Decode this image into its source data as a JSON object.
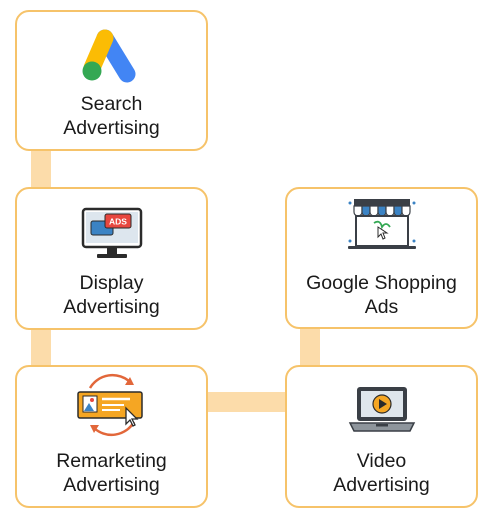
{
  "colors": {
    "card_border": "#f6c36a",
    "connector": "#fcdcaa",
    "text": "#1a1a1a"
  },
  "cards": {
    "search": {
      "line1": "Search",
      "line2": "Advertising",
      "icon": "google-ads-logo-icon"
    },
    "display": {
      "line1": "Display",
      "line2": "Advertising",
      "icon": "monitor-ads-icon",
      "icon_text": "ADS"
    },
    "remarketing": {
      "line1": "Remarketing",
      "line2": "Advertising",
      "icon": "remarketing-banner-icon"
    },
    "video": {
      "line1": "Video",
      "line2": "Advertising",
      "icon": "laptop-play-icon"
    },
    "shopping": {
      "line1": "Google Shopping",
      "line2": "Ads",
      "icon": "storefront-icon"
    }
  }
}
